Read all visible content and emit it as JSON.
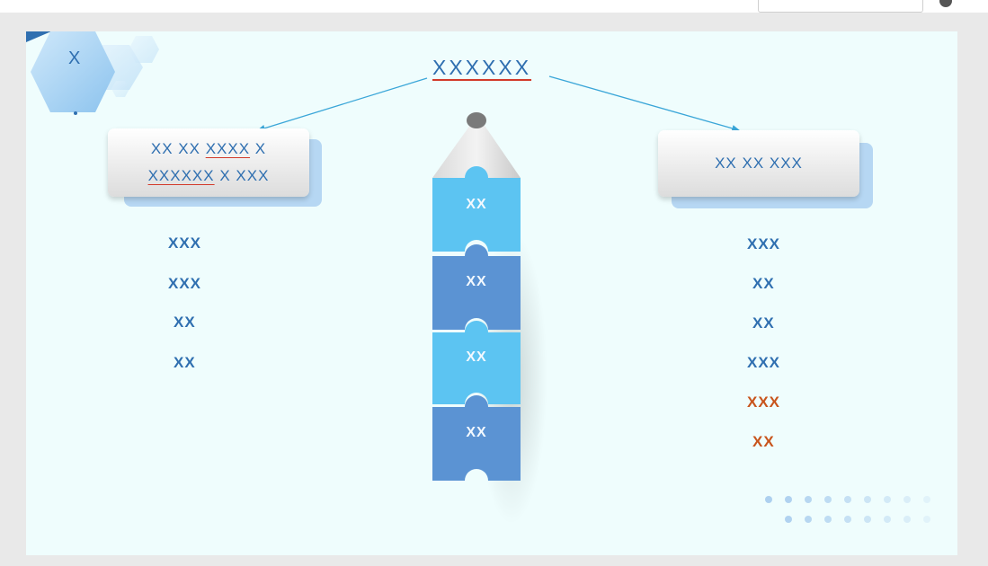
{
  "slide": {
    "corner_label": "X",
    "title": "XXXXXX"
  },
  "left_card": {
    "line1_part1": "XX XX ",
    "line1_underlined": "XXXX",
    "line1_part2": " X",
    "line2_underlined": "XXXXXX",
    "line2_part2": " X XXX"
  },
  "right_card": {
    "text": "XX XX XXX"
  },
  "pencil_segments": [
    "XX",
    "XX",
    "XX",
    "XX"
  ],
  "left_list": [
    "XXX",
    "XXX",
    "XX",
    "XX"
  ],
  "right_list": [
    {
      "text": "XXX",
      "color": "#2f6fb0"
    },
    {
      "text": "XX",
      "color": "#2f6fb0"
    },
    {
      "text": "XX",
      "color": "#2f6fb0"
    },
    {
      "text": "XXX",
      "color": "#2f6fb0"
    },
    {
      "text": "XXX",
      "color": "#c8541c"
    },
    {
      "text": "XX",
      "color": "#c8541c"
    }
  ],
  "colors": {
    "accent_blue": "#2f6fb0",
    "light_segment": "#5cc4f2",
    "dark_segment": "#5b93d3",
    "underline_red": "#d23a2a",
    "highlight_orange": "#c8541c"
  }
}
